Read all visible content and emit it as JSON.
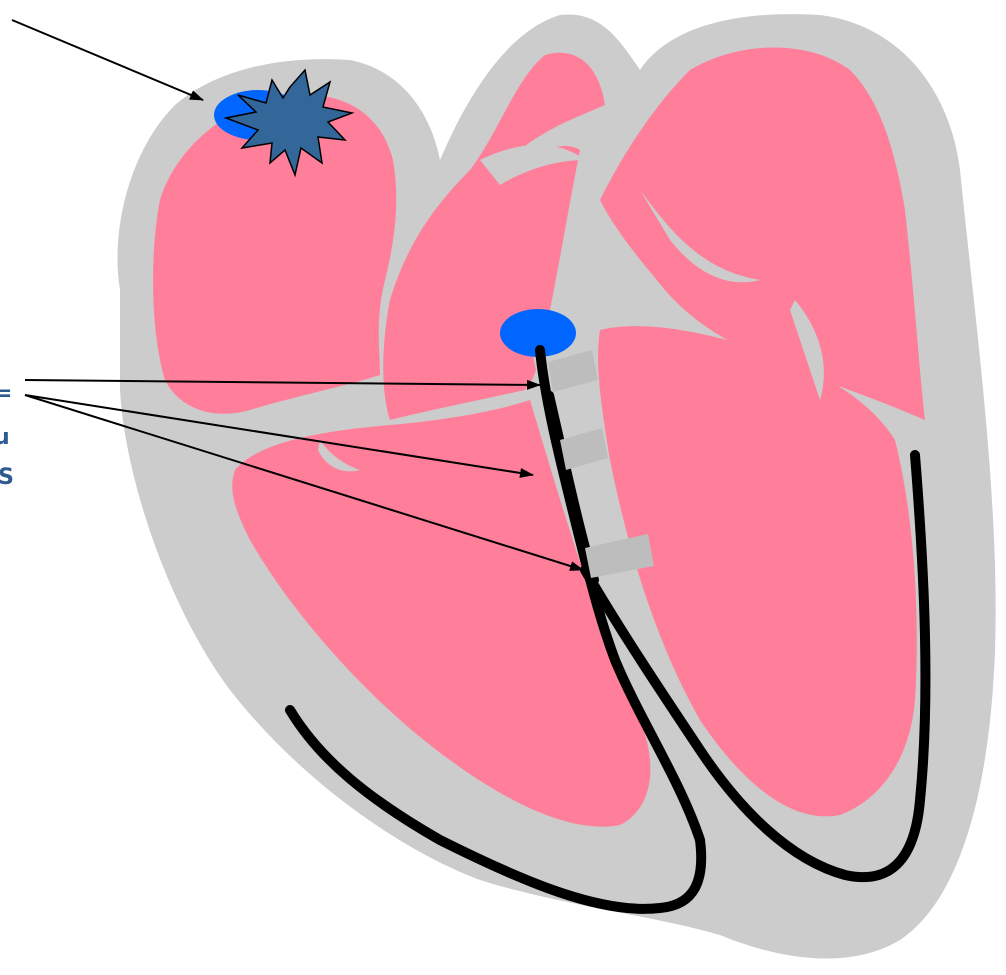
{
  "labels": {
    "line1": "=",
    "line2": "u",
    "line3": "IS"
  },
  "colors": {
    "background": "#ffffff",
    "tissue": "#cccccc",
    "chamber": "#ff7f9a",
    "node": "#0066ff",
    "spark": "#336699",
    "fiber": "#000000",
    "band": "#bdbdbd",
    "arrow": "#000000",
    "label": "#2e5b8f"
  },
  "icons": {
    "sa_node": "starburst-icon",
    "av_node": "ellipse-node"
  }
}
